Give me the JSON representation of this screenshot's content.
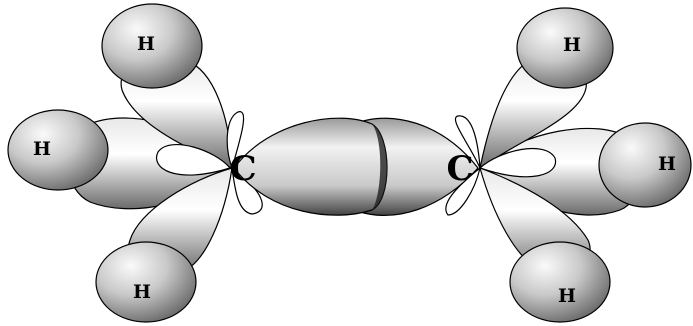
{
  "diagram": {
    "carbon_left": "C",
    "carbon_right": "C",
    "h_left_top": "H",
    "h_left_mid": "H",
    "h_left_bottom": "H",
    "h_right_top": "H",
    "h_right_mid": "H",
    "h_right_bottom": "H"
  },
  "colors": {
    "lobe_light": "#f4f4f4",
    "lobe_dark": "#5a5a5a",
    "outline": "#000000",
    "small_lobe": "#ffffff"
  }
}
